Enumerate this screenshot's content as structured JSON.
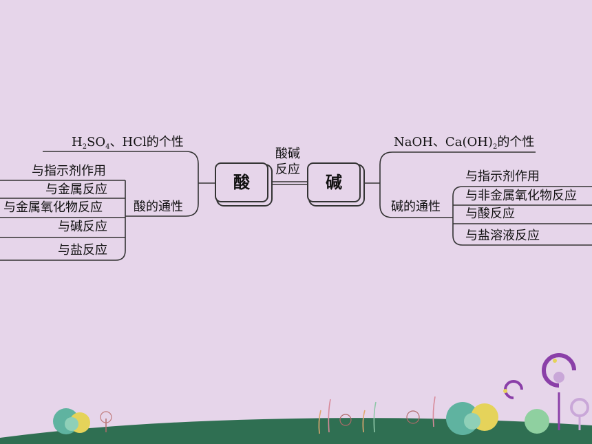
{
  "center_link": {
    "line1": "酸碱",
    "line2": "反应"
  },
  "acid": {
    "title": "酸",
    "specific": {
      "prefix": "H",
      "s1": "2",
      "mid": "SO",
      "s2": "4",
      "suffix": "、HCl的个性"
    },
    "general_label": "酸的通性",
    "items": [
      "与指示剂作用",
      "与金属反应",
      "与金属氧化物反应",
      "与碱反应",
      "与盐反应"
    ]
  },
  "base": {
    "title": "碱",
    "specific": {
      "prefix": "NaOH、Ca(OH)",
      "s1": "2",
      "suffix": "的个性"
    },
    "general_label": "碱的通性",
    "items": [
      "与指示剂作用",
      "与非金属氧化物反应",
      "与酸反应",
      "与盐溶液反应"
    ]
  },
  "colors": {
    "background": "#e6d5ea",
    "line": "#333333",
    "ground": "#2f6f52",
    "accent_purple": "#8a3fa8"
  }
}
